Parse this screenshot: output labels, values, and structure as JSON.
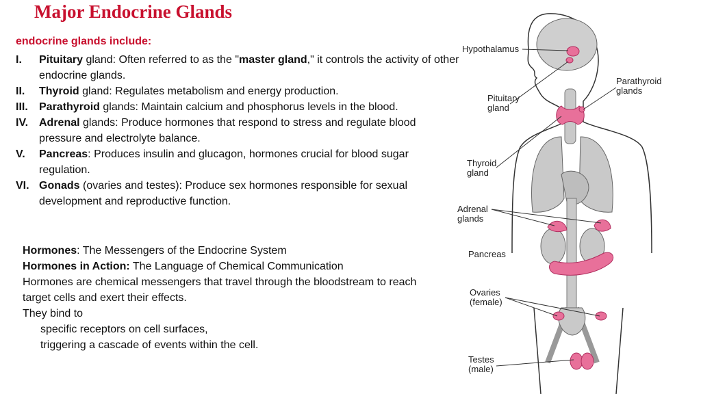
{
  "title": "Major Endocrine Glands",
  "intro": "endocrine glands include:",
  "glands": [
    {
      "numeral": "I.",
      "name": "Pituitary",
      "pre": " gland: Often referred to as the \"",
      "emph": "master gland",
      "post": ",\" it controls the activity of other endocrine glands."
    },
    {
      "numeral": "II.",
      "name": "Thyroid",
      "pre": " gland: Regulates metabolism and energy production.",
      "emph": "",
      "post": ""
    },
    {
      "numeral": "III.",
      "name": "Parathyroid",
      "pre": " glands: Maintain calcium and phosphorus levels in the blood.",
      "emph": "",
      "post": ""
    },
    {
      "numeral": "IV.",
      "name": "Adrenal",
      "pre": " glands: Produce hormones that respond to stress and regulate blood pressure and electrolyte balance.",
      "emph": "",
      "post": ""
    },
    {
      "numeral": "V.",
      "name": "Pancreas",
      "pre": ": Produces insulin and glucagon, hormones crucial for blood sugar regulation.",
      "emph": "",
      "post": ""
    },
    {
      "numeral": "VI.",
      "name": "Gonads",
      "pre": " (ovaries and testes): Produce sex hormones responsible for sexual development and reproductive function.",
      "emph": "",
      "post": ""
    }
  ],
  "hormones": {
    "line1_bold": "Hormones",
    "line1_rest": ": The Messengers of the Endocrine System",
    "line2_bold": "Hormones in Action:",
    "line2_rest": " The Language of Chemical Communication",
    "line3": "Hormones are chemical messengers that travel through the bloodstream to reach target cells and exert their effects.",
    "line4": "They bind to",
    "line5": "specific receptors on cell surfaces,",
    "line6": "triggering a cascade of events within the cell."
  },
  "diagram_labels": {
    "hypothalamus": "Hypothalamus",
    "parathyroid": [
      "Parathyroid",
      "glands"
    ],
    "pituitary": [
      "Pituitary",
      "gland"
    ],
    "thyroid": [
      "Thyroid",
      "gland"
    ],
    "adrenal": [
      "Adrenal",
      "glands"
    ],
    "pancreas": "Pancreas",
    "ovaries": [
      "Ovaries",
      "(female)"
    ],
    "testes": [
      "Testes",
      "(male)"
    ]
  },
  "colors": {
    "title": "#c8102e",
    "gland": "#e8709a",
    "organ": "#c9c9c9"
  }
}
